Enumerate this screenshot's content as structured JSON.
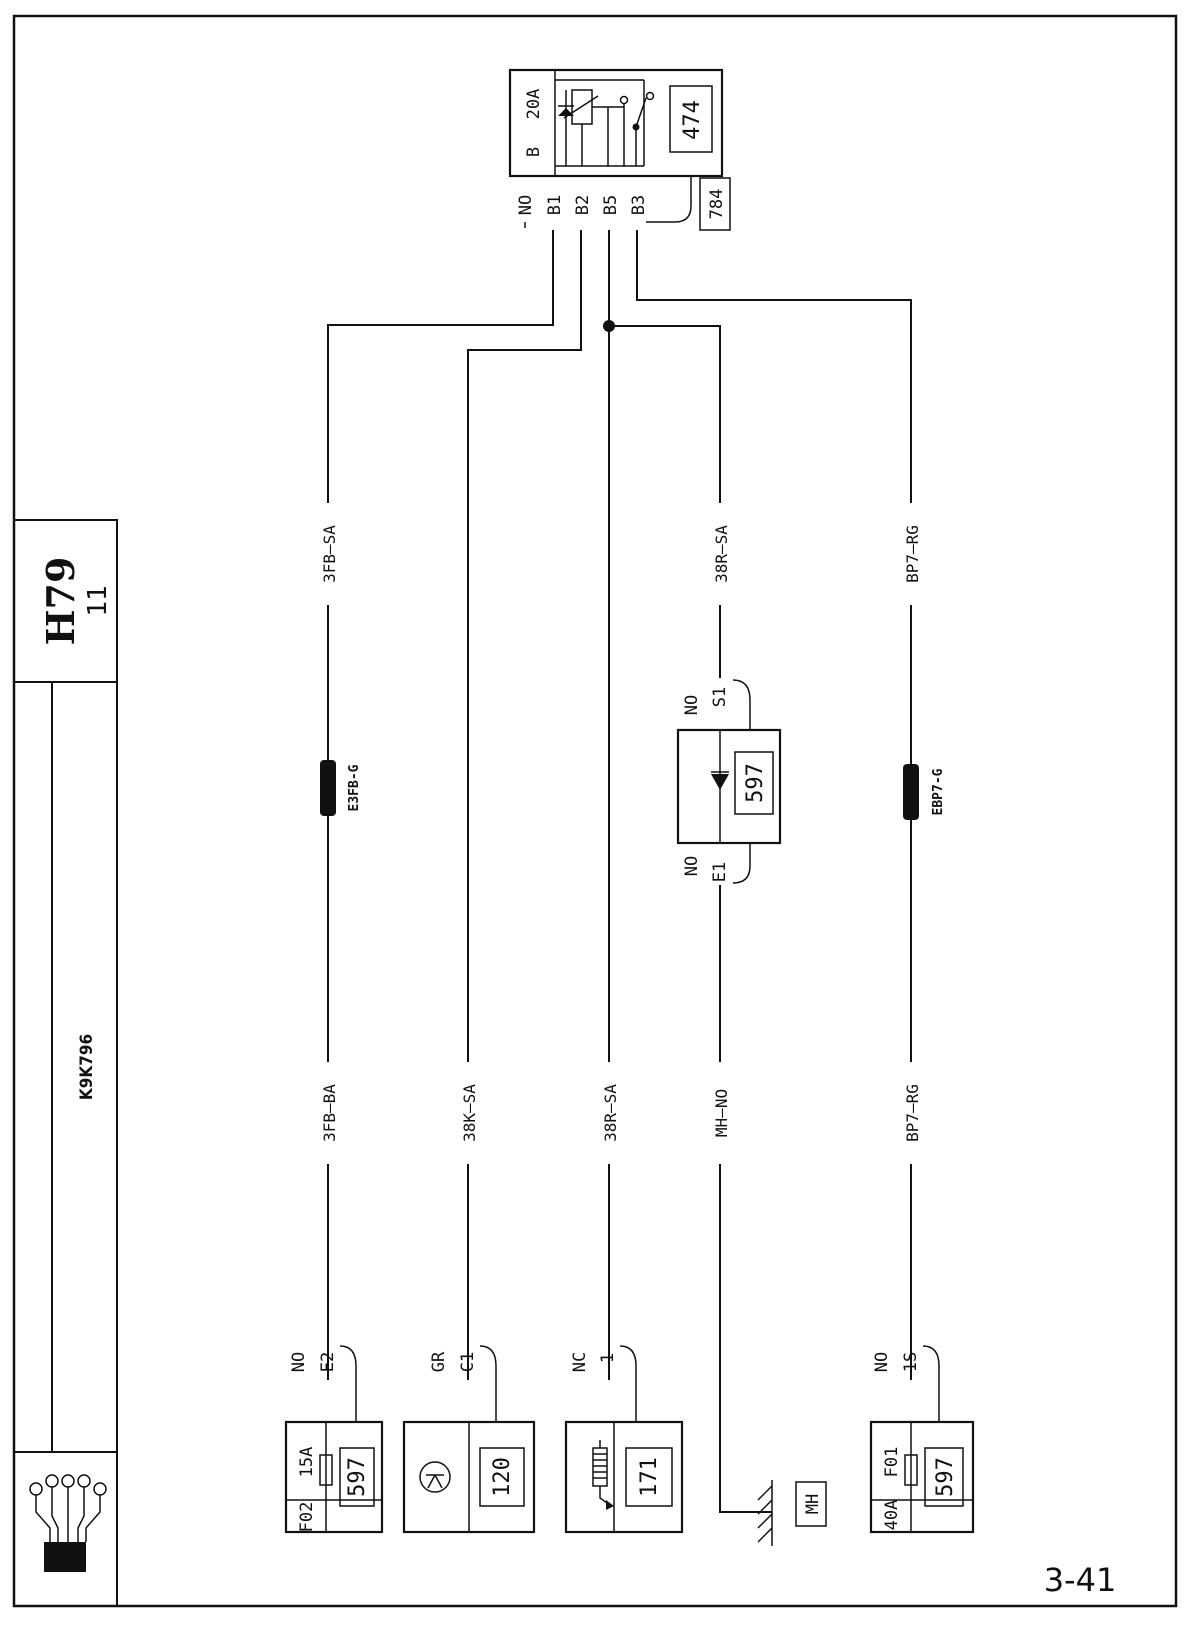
{
  "sheet": {
    "page_code": "H79",
    "page_sub": "11",
    "engine": "K9K796",
    "page_number": "3-41"
  },
  "relay": {
    "id": "474",
    "type_letter": "B",
    "fuse_rating": "20A",
    "connector_color": "NO",
    "pins": [
      "B1",
      "B2",
      "B5",
      "B3"
    ],
    "ref": "784"
  },
  "wires": {
    "w1_top": "3FB—SA",
    "w1_bottom": "3FB—BA",
    "w1_connector": "E3FB-G",
    "w2": "38K—SA",
    "w3": "38R—SA",
    "w4_top": "38R—SA",
    "w4_bottom": "MH—NO",
    "w5_top": "BP7—RG",
    "w5_bottom": "BP7—RG",
    "w5_connector": "EBP7-G"
  },
  "diode_module": {
    "id": "597",
    "pin_out": "S1",
    "pin_in": "E1",
    "color_out": "NO",
    "color_in": "NO"
  },
  "components": {
    "c1": {
      "name": "F02",
      "rating": "15A",
      "id": "597",
      "pin": "E2",
      "color": "NO"
    },
    "c2": {
      "id": "120",
      "pin": "C1",
      "color": "GR"
    },
    "c3": {
      "id": "171",
      "pin": "1",
      "color": "NC"
    },
    "ground": {
      "label": "MH"
    },
    "c5": {
      "name": "F01",
      "rating": "40A",
      "id": "597",
      "pin": "1S",
      "color": "NO"
    }
  }
}
